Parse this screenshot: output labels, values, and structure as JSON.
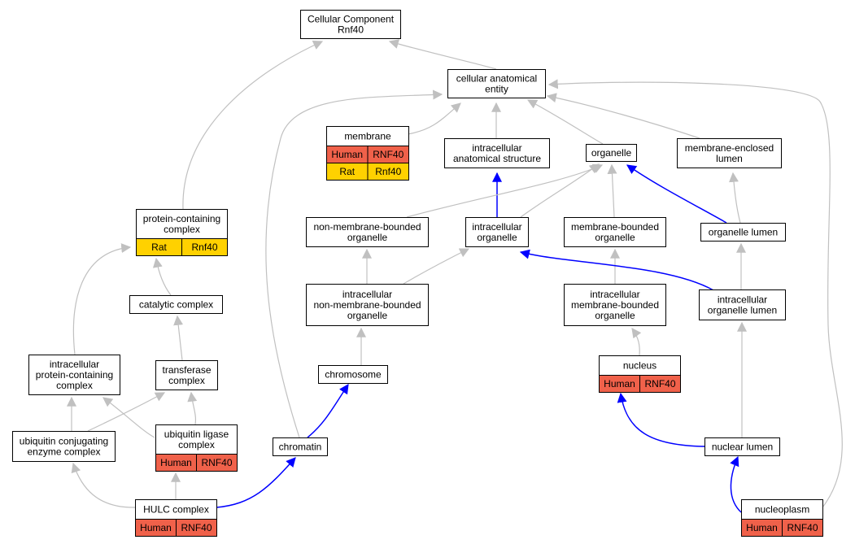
{
  "colors": {
    "edge_default": "#c0c0c0",
    "edge_highlight": "#0000ff",
    "human": "#f0614a",
    "rat": "#ffd100",
    "node_border": "#000000",
    "node_fill": "#ffffff"
  },
  "nodes": {
    "cellular_component": {
      "lines": [
        "Cellular Component",
        "Rnf40"
      ]
    },
    "cellular_anatomical_entity": {
      "lines": [
        "cellular anatomical",
        "entity"
      ]
    },
    "membrane": {
      "lines": [
        "membrane"
      ],
      "annotations": [
        [
          "Human",
          "RNF40"
        ],
        [
          "Rat",
          "Rnf40"
        ]
      ]
    },
    "intracellular_anatomical_structure": {
      "lines": [
        "intracellular",
        "anatomical structure"
      ]
    },
    "organelle": {
      "lines": [
        "organelle"
      ]
    },
    "membrane_enclosed_lumen": {
      "lines": [
        "membrane-enclosed",
        "lumen"
      ]
    },
    "protein_containing_complex": {
      "lines": [
        "protein-containing",
        "complex"
      ],
      "annotations": [
        [
          "Rat",
          "Rnf40"
        ]
      ]
    },
    "non_membrane_bounded_organelle": {
      "lines": [
        "non-membrane-bounded",
        "organelle"
      ]
    },
    "intracellular_organelle": {
      "lines": [
        "intracellular",
        "organelle"
      ]
    },
    "membrane_bounded_organelle": {
      "lines": [
        "membrane-bounded",
        "organelle"
      ]
    },
    "organelle_lumen": {
      "lines": [
        "organelle lumen"
      ]
    },
    "catalytic_complex": {
      "lines": [
        "catalytic complex"
      ]
    },
    "intracellular_non_membrane_bounded_organelle": {
      "lines": [
        "intracellular",
        "non-membrane-bounded",
        "organelle"
      ]
    },
    "intracellular_membrane_bounded_organelle": {
      "lines": [
        "intracellular",
        "membrane-bounded",
        "organelle"
      ]
    },
    "intracellular_organelle_lumen": {
      "lines": [
        "intracellular",
        "organelle lumen"
      ]
    },
    "intracellular_protein_containing_complex": {
      "lines": [
        "intracellular",
        "protein-containing",
        "complex"
      ]
    },
    "transferase_complex": {
      "lines": [
        "transferase",
        "complex"
      ]
    },
    "chromosome": {
      "lines": [
        "chromosome"
      ]
    },
    "nucleus": {
      "lines": [
        "nucleus"
      ],
      "annotations": [
        [
          "Human",
          "RNF40"
        ]
      ]
    },
    "ubiquitin_conjugating_enzyme_complex": {
      "lines": [
        "ubiquitin conjugating",
        "enzyme complex"
      ]
    },
    "ubiquitin_ligase_complex": {
      "lines": [
        "ubiquitin ligase",
        "complex"
      ],
      "annotations": [
        [
          "Human",
          "RNF40"
        ]
      ]
    },
    "chromatin": {
      "lines": [
        "chromatin"
      ]
    },
    "nuclear_lumen": {
      "lines": [
        "nuclear lumen"
      ]
    },
    "hulc_complex": {
      "lines": [
        "HULC complex"
      ],
      "annotations": [
        [
          "Human",
          "RNF40"
        ]
      ]
    },
    "nucleoplasm": {
      "lines": [
        "nucleoplasm"
      ],
      "annotations": [
        [
          "Human",
          "RNF40"
        ]
      ]
    }
  },
  "edges": [
    {
      "from": "cellular_anatomical_entity",
      "to": "cellular_component",
      "highlight": false
    },
    {
      "from": "protein_containing_complex",
      "to": "cellular_component",
      "highlight": false
    },
    {
      "from": "membrane",
      "to": "cellular_anatomical_entity",
      "highlight": false
    },
    {
      "from": "intracellular_anatomical_structure",
      "to": "cellular_anatomical_entity",
      "highlight": false
    },
    {
      "from": "organelle",
      "to": "cellular_anatomical_entity",
      "highlight": false
    },
    {
      "from": "membrane_enclosed_lumen",
      "to": "cellular_anatomical_entity",
      "highlight": false
    },
    {
      "from": "chromatin",
      "to": "cellular_anatomical_entity",
      "highlight": false
    },
    {
      "from": "nucleoplasm",
      "to": "cellular_anatomical_entity",
      "highlight": false
    },
    {
      "from": "intracellular_organelle",
      "to": "intracellular_anatomical_structure",
      "highlight": true
    },
    {
      "from": "intracellular_organelle",
      "to": "organelle",
      "highlight": false
    },
    {
      "from": "non_membrane_bounded_organelle",
      "to": "organelle",
      "highlight": false
    },
    {
      "from": "membrane_bounded_organelle",
      "to": "organelle",
      "highlight": false
    },
    {
      "from": "organelle_lumen",
      "to": "organelle",
      "highlight": true
    },
    {
      "from": "organelle_lumen",
      "to": "membrane_enclosed_lumen",
      "highlight": false
    },
    {
      "from": "catalytic_complex",
      "to": "protein_containing_complex",
      "highlight": false
    },
    {
      "from": "intracellular_protein_containing_complex",
      "to": "protein_containing_complex",
      "highlight": false
    },
    {
      "from": "intracellular_non_membrane_bounded_organelle",
      "to": "non_membrane_bounded_organelle",
      "highlight": false
    },
    {
      "from": "intracellular_non_membrane_bounded_organelle",
      "to": "intracellular_organelle",
      "highlight": false
    },
    {
      "from": "intracellular_membrane_bounded_organelle",
      "to": "membrane_bounded_organelle",
      "highlight": false
    },
    {
      "from": "intracellular_organelle_lumen",
      "to": "intracellular_organelle",
      "highlight": true
    },
    {
      "from": "intracellular_organelle_lumen",
      "to": "organelle_lumen",
      "highlight": false
    },
    {
      "from": "transferase_complex",
      "to": "catalytic_complex",
      "highlight": false
    },
    {
      "from": "chromosome",
      "to": "intracellular_non_membrane_bounded_organelle",
      "highlight": false
    },
    {
      "from": "nucleus",
      "to": "intracellular_membrane_bounded_organelle",
      "highlight": false
    },
    {
      "from": "nuclear_lumen",
      "to": "intracellular_organelle_lumen",
      "highlight": false
    },
    {
      "from": "ubiquitin_conjugating_enzyme_complex",
      "to": "intracellular_protein_containing_complex",
      "highlight": false
    },
    {
      "from": "ubiquitin_conjugating_enzyme_complex",
      "to": "transferase_complex",
      "highlight": false
    },
    {
      "from": "ubiquitin_ligase_complex",
      "to": "intracellular_protein_containing_complex",
      "highlight": false
    },
    {
      "from": "ubiquitin_ligase_complex",
      "to": "transferase_complex",
      "highlight": false
    },
    {
      "from": "chromatin",
      "to": "chromosome",
      "highlight": true
    },
    {
      "from": "nuclear_lumen",
      "to": "nucleus",
      "highlight": true
    },
    {
      "from": "hulc_complex",
      "to": "ubiquitin_conjugating_enzyme_complex",
      "highlight": false
    },
    {
      "from": "hulc_complex",
      "to": "ubiquitin_ligase_complex",
      "highlight": false
    },
    {
      "from": "hulc_complex",
      "to": "chromatin",
      "highlight": true
    },
    {
      "from": "nucleoplasm",
      "to": "nuclear_lumen",
      "highlight": true
    }
  ]
}
